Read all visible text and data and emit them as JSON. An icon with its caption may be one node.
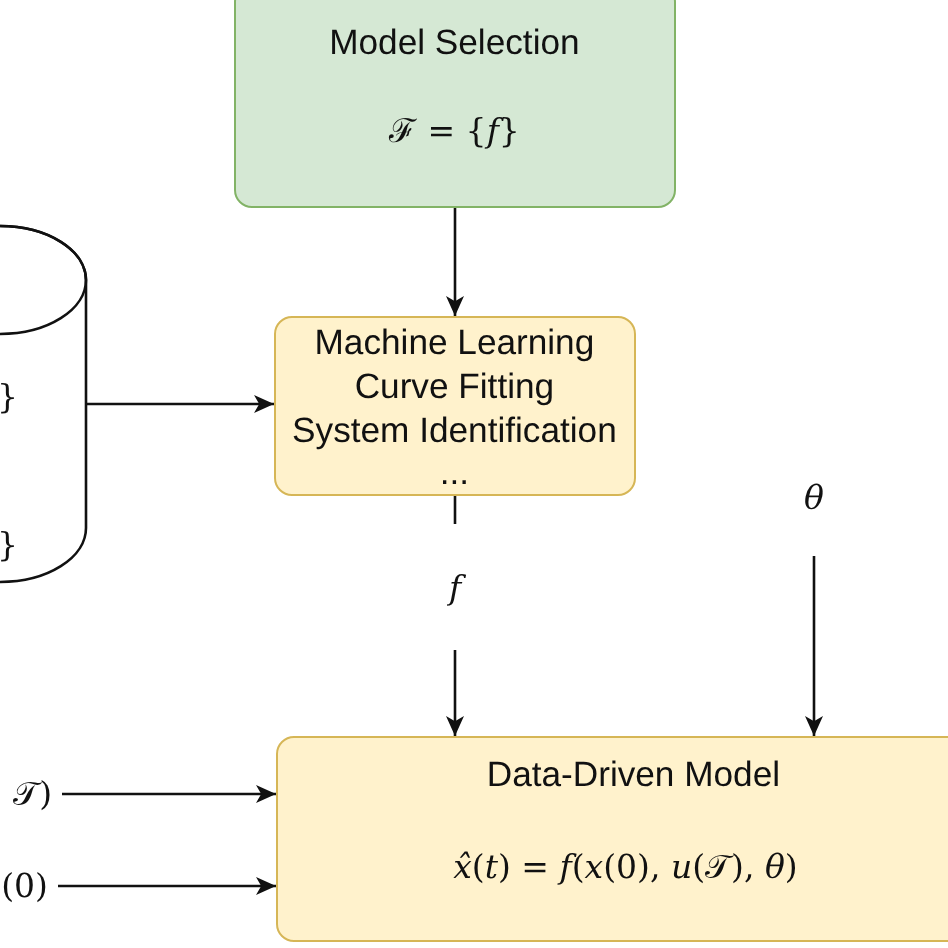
{
  "diagram": {
    "nodes": [
      {
        "text": [
          "Model Selection",
          "ℱ = {*f*}"
        ]
      },
      {
        "text": [
          "}",
          "}"
        ]
      },
      {
        "text": [
          "Machine Learning",
          "Curve Fitting",
          "System Identification",
          "..."
        ]
      },
      {
        "text": [
          "θ"
        ]
      },
      {
        "text": [
          "f"
        ]
      },
      {
        "text": [
          "Data-Driven Model",
          "*x̂*(*t*) = *f*(*x*(0), *u*(𝒯), *θ*)"
        ]
      },
      {
        "text": [
          "𝒯)"
        ]
      },
      {
        "text": [
          "(0)"
        ]
      }
    ],
    "edges": [
      {
        "from": 0,
        "to": 2,
        "arrow": "to"
      },
      {
        "from": 1,
        "to": 2,
        "arrow": "to"
      },
      {
        "from": 2,
        "to": 4,
        "arrow": "none"
      },
      {
        "from": 4,
        "to": 5,
        "arrow": "to"
      },
      {
        "from": 3,
        "to": 5,
        "arrow": "to"
      },
      {
        "from": 6,
        "to": 5,
        "arrow": "to"
      },
      {
        "from": 7,
        "to": 5,
        "arrow": "to"
      }
    ]
  }
}
